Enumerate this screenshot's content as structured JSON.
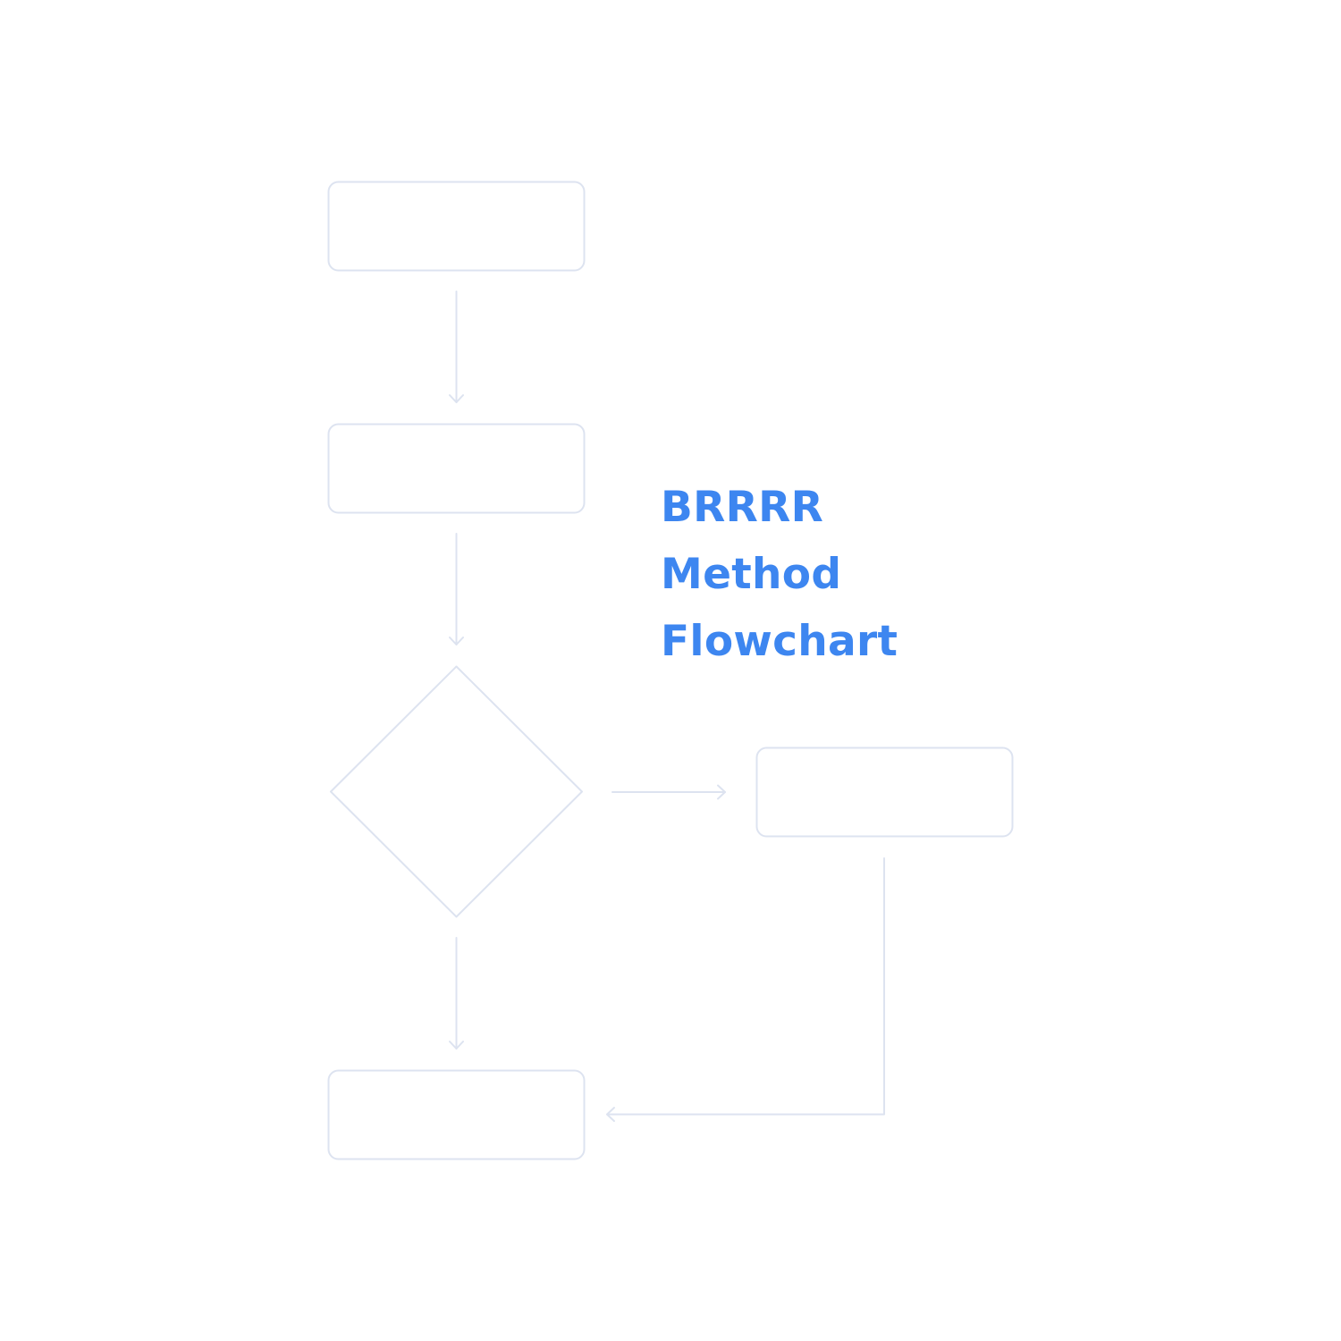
{
  "title": {
    "lines": [
      "BRRRR",
      "Method",
      "Flowchart"
    ],
    "color": "#3D86F0"
  },
  "diagram": {
    "stroke_color": "#DDE3F0",
    "background": "#FFFFFF",
    "nodes": [
      {
        "id": "box-1",
        "shape": "rounded-rect",
        "label": ""
      },
      {
        "id": "box-2",
        "shape": "rounded-rect",
        "label": ""
      },
      {
        "id": "decision",
        "shape": "diamond",
        "label": ""
      },
      {
        "id": "box-right",
        "shape": "rounded-rect",
        "label": ""
      },
      {
        "id": "box-bottom",
        "shape": "rounded-rect",
        "label": ""
      }
    ],
    "edges": [
      {
        "from": "box-1",
        "to": "box-2",
        "direction": "down"
      },
      {
        "from": "box-2",
        "to": "decision",
        "direction": "down"
      },
      {
        "from": "decision",
        "to": "box-right",
        "direction": "right"
      },
      {
        "from": "decision",
        "to": "box-bottom",
        "direction": "down"
      },
      {
        "from": "box-right",
        "to": "box-bottom",
        "direction": "down-then-left"
      }
    ]
  }
}
